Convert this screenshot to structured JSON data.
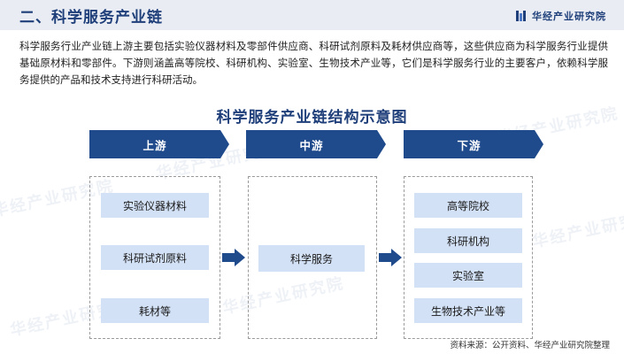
{
  "header": {
    "title": "二、科学服务产业链",
    "brand": "华经产业研究院"
  },
  "intro": "科学服务行业产业链上游主要包括实验仪器材料及零部件供应商、科研试剂原料及耗材供应商等，这些供应商为科学服务行业提供基础原材料和零部件。下游则涵盖高等院校、科研机构、实验室、生物技术产业等，它们是科学服务行业的主要客户，依赖科学服务提供的产品和技术支持进行科研活动。",
  "diagram": {
    "title": "科学服务产业链结构示意图",
    "columns": [
      {
        "label": "上游",
        "items": [
          "实验仪器材料",
          "科研试剂原料",
          "耗材等"
        ]
      },
      {
        "label": "中游",
        "items": [
          "科学服务"
        ]
      },
      {
        "label": "下游",
        "items": [
          "高等院校",
          "科研机构",
          "实验室",
          "生物技术产业等"
        ]
      }
    ]
  },
  "watermark": "华经产业研究院",
  "source": "资料来源：公开资料、华经产业研究院整理",
  "colors": {
    "primary": "#1f4a8c",
    "title": "#1f3f7a",
    "item_fill": "#d3e1f6",
    "header_band": "#e9ecf3"
  }
}
